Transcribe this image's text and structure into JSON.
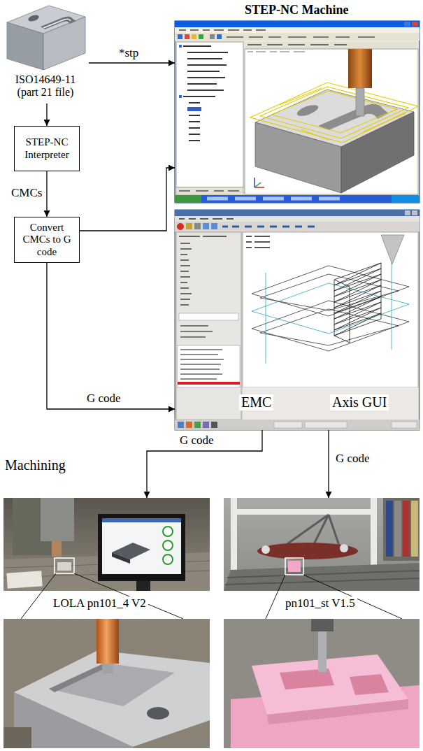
{
  "diagram": {
    "nodes": [
      {
        "text": [
          "ISO14649-11 (part 21 file)"
        ]
      },
      {
        "text": [
          "STEP-NC Machine"
        ]
      },
      {
        "text": [
          "STEP-NC Interpreter"
        ]
      },
      {
        "text": [
          "Convert CMCs to G code"
        ]
      },
      {
        "text": [
          "EMC",
          "Axis GUI"
        ]
      },
      {
        "text": [
          "Machining",
          "LOLA pn101_4 V2"
        ]
      },
      {
        "text": [
          "pn101_st V1.5"
        ]
      }
    ],
    "edges": [
      {
        "from": 0,
        "to": 1,
        "label": "*stp",
        "arrow": "to"
      },
      {
        "from": 0,
        "to": 2,
        "arrow": "to"
      },
      {
        "from": 2,
        "to": 3,
        "label": "CMCs",
        "arrow": "to"
      },
      {
        "from": 3,
        "to": 1,
        "arrow": "to"
      },
      {
        "from": 3,
        "to": 4,
        "label": "G code",
        "arrow": "to"
      },
      {
        "from": 4,
        "to": 5,
        "label": "G code",
        "arrow": "to"
      },
      {
        "from": 4,
        "to": 6,
        "label": "G code",
        "arrow": "to"
      }
    ]
  }
}
